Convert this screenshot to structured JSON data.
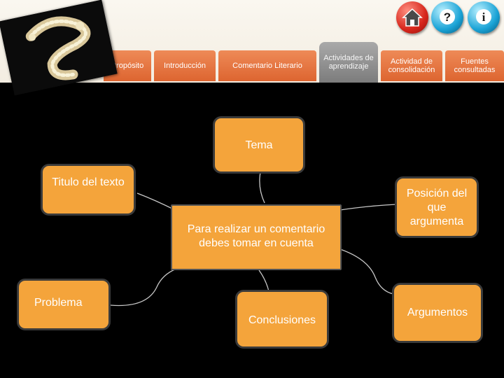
{
  "nav": {
    "tabs": [
      {
        "label": "Propósito"
      },
      {
        "label": "Introducción"
      },
      {
        "label": "Comentario Literario"
      },
      {
        "label": "Actividades de aprendizaje"
      },
      {
        "label": "Actividad de consolidación"
      },
      {
        "label": "Fuentes consultadas"
      }
    ],
    "active_tab": "Actividades de aprendizaje",
    "buttons": [
      {
        "icon": "home-icon"
      },
      {
        "icon": "help-icon"
      },
      {
        "icon": "info-icon"
      }
    ]
  },
  "diagram": {
    "center": "Para realizar un comentario debes tomar en cuenta",
    "nodes": {
      "tema": "Tema",
      "titulo": "Titulo del texto",
      "posicion": "Posición del que argumenta",
      "problema": "Problema",
      "conclusiones": "Conclusiones",
      "argumentos": "Argumentos"
    }
  },
  "colors": {
    "tab": "#e5733d",
    "tab_active": "#8e8e8e",
    "node": "#f4a43b",
    "background": "#000000"
  }
}
